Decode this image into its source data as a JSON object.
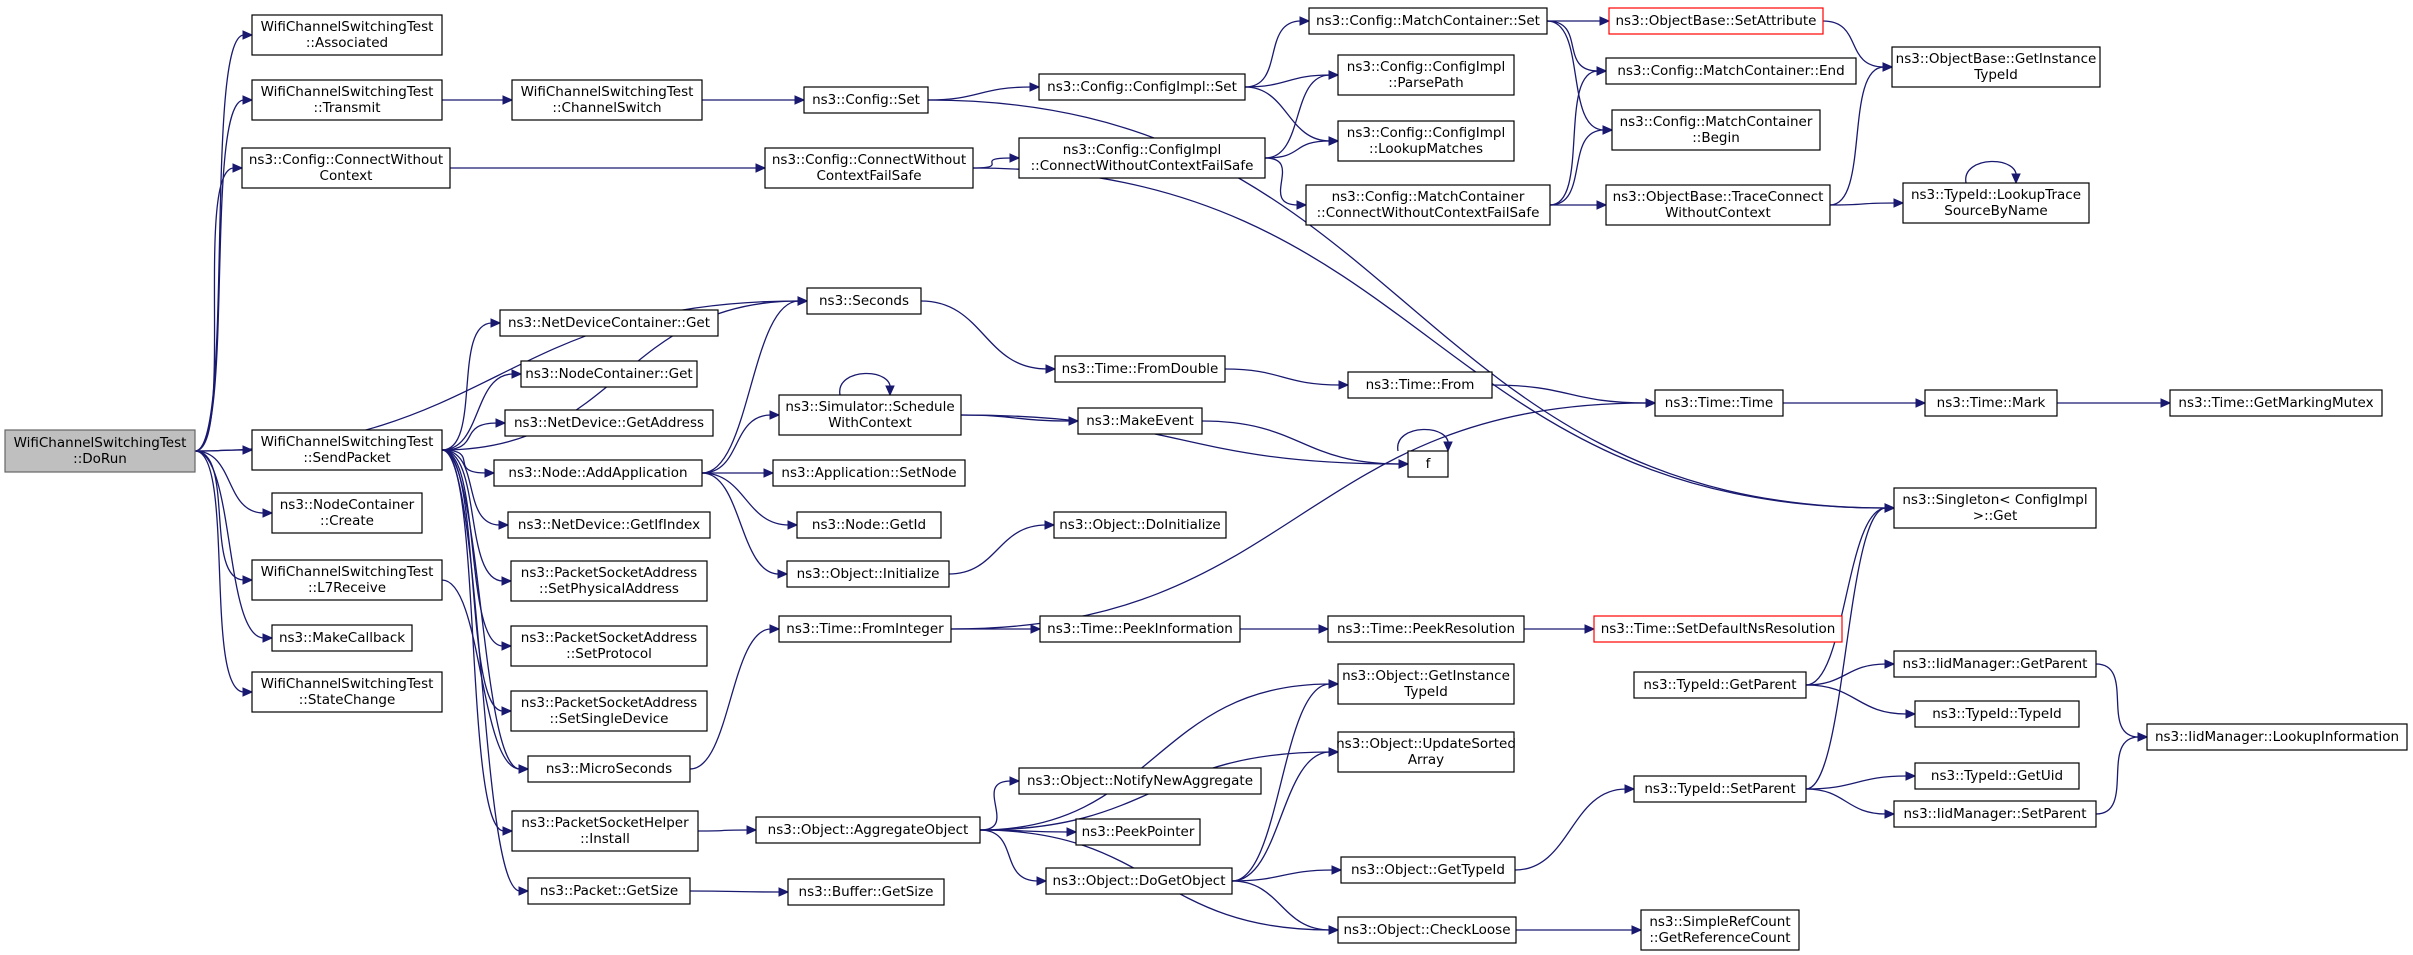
{
  "colors": {
    "edge": "#191970",
    "root_fill": "#bfbfbf",
    "highlight_border": "#ff0000"
  },
  "nodes": [
    {
      "id": "DoRun",
      "lines": [
        "WifiChannelSwitchingTest",
        "::DoRun"
      ],
      "style": "root"
    },
    {
      "id": "Associated",
      "lines": [
        "WifiChannelSwitchingTest",
        "::Associated"
      ]
    },
    {
      "id": "Transmit",
      "lines": [
        "WifiChannelSwitchingTest",
        "::Transmit"
      ]
    },
    {
      "id": "ConnWC",
      "lines": [
        "ns3::Config::ConnectWithout",
        "Context"
      ]
    },
    {
      "id": "SendPacket",
      "lines": [
        "WifiChannelSwitchingTest",
        "::SendPacket"
      ]
    },
    {
      "id": "NCCreate",
      "lines": [
        "ns3::NodeContainer",
        "::Create"
      ]
    },
    {
      "id": "L7Receive",
      "lines": [
        "WifiChannelSwitchingTest",
        "::L7Receive"
      ]
    },
    {
      "id": "MakeCallback",
      "lines": [
        "ns3::MakeCallback"
      ]
    },
    {
      "id": "StateChange",
      "lines": [
        "WifiChannelSwitchingTest",
        "::StateChange"
      ]
    },
    {
      "id": "ChannelSwitch",
      "lines": [
        "WifiChannelSwitchingTest",
        "::ChannelSwitch"
      ]
    },
    {
      "id": "ConfigSet",
      "lines": [
        "ns3::Config::Set"
      ]
    },
    {
      "id": "ConnWCFS",
      "lines": [
        "ns3::Config::ConnectWithout",
        "ContextFailSafe"
      ]
    },
    {
      "id": "Seconds",
      "lines": [
        "ns3::Seconds"
      ]
    },
    {
      "id": "NDCGet",
      "lines": [
        "ns3::NetDeviceContainer::Get"
      ]
    },
    {
      "id": "NCGet",
      "lines": [
        "ns3::NodeContainer::Get"
      ]
    },
    {
      "id": "NDGetAddress",
      "lines": [
        "ns3::NetDevice::GetAddress"
      ]
    },
    {
      "id": "AddApplication",
      "lines": [
        "ns3::Node::AddApplication"
      ]
    },
    {
      "id": "GetIfIndex",
      "lines": [
        "ns3::NetDevice::GetIfIndex"
      ]
    },
    {
      "id": "SetPhysAddr",
      "lines": [
        "ns3::PacketSocketAddress",
        "::SetPhysicalAddress"
      ]
    },
    {
      "id": "SetProtocol",
      "lines": [
        "ns3::PacketSocketAddress",
        "::SetProtocol"
      ]
    },
    {
      "id": "SetSingleDevice",
      "lines": [
        "ns3::PacketSocketAddress",
        "::SetSingleDevice"
      ]
    },
    {
      "id": "MicroSeconds",
      "lines": [
        "ns3::MicroSeconds"
      ]
    },
    {
      "id": "PSHInstall",
      "lines": [
        "ns3::PacketSocketHelper",
        "::Install"
      ]
    },
    {
      "id": "PacketGetSize",
      "lines": [
        "ns3::Packet::GetSize"
      ]
    },
    {
      "id": "ImplSet",
      "lines": [
        "ns3::Config::ConfigImpl::Set"
      ]
    },
    {
      "id": "ImplConnFS",
      "lines": [
        "ns3::Config::ConfigImpl",
        "::ConnectWithoutContextFailSafe"
      ]
    },
    {
      "id": "ScheduleWC",
      "lines": [
        "ns3::Simulator::Schedule",
        "WithContext"
      ]
    },
    {
      "id": "AppSetNode",
      "lines": [
        "ns3::Application::SetNode"
      ]
    },
    {
      "id": "NodeGetId",
      "lines": [
        "ns3::Node::GetId"
      ]
    },
    {
      "id": "ObjInitialize",
      "lines": [
        "ns3::Object::Initialize"
      ]
    },
    {
      "id": "TimeFromInteger",
      "lines": [
        "ns3::Time::FromInteger"
      ]
    },
    {
      "id": "AggregateObject",
      "lines": [
        "ns3::Object::AggregateObject"
      ]
    },
    {
      "id": "BufferGetSize",
      "lines": [
        "ns3::Buffer::GetSize"
      ]
    },
    {
      "id": "MCSet",
      "lines": [
        "ns3::Config::MatchContainer::Set"
      ]
    },
    {
      "id": "ParsePath",
      "lines": [
        "ns3::Config::ConfigImpl",
        "::ParsePath"
      ]
    },
    {
      "id": "LookupMatches",
      "lines": [
        "ns3::Config::ConfigImpl",
        "::LookupMatches"
      ]
    },
    {
      "id": "MCConnFS",
      "lines": [
        "ns3::Config::MatchContainer",
        "::ConnectWithoutContextFailSafe"
      ]
    },
    {
      "id": "FromDouble",
      "lines": [
        "ns3::Time::FromDouble"
      ]
    },
    {
      "id": "MakeEvent",
      "lines": [
        "ns3::MakeEvent"
      ]
    },
    {
      "id": "DoInitialize",
      "lines": [
        "ns3::Object::DoInitialize"
      ]
    },
    {
      "id": "PeekInformation",
      "lines": [
        "ns3::Time::PeekInformation"
      ]
    },
    {
      "id": "NotifyNewAggregate",
      "lines": [
        "ns3::Object::NotifyNewAggregate"
      ]
    },
    {
      "id": "PeekPointer",
      "lines": [
        "ns3::PeekPointer"
      ]
    },
    {
      "id": "DoGetObject",
      "lines": [
        "ns3::Object::DoGetObject"
      ]
    },
    {
      "id": "OBSetAttribute",
      "lines": [
        "ns3::ObjectBase::SetAttribute"
      ],
      "style": "red"
    },
    {
      "id": "MCEnd",
      "lines": [
        "ns3::Config::MatchContainer::End"
      ]
    },
    {
      "id": "MCBegin",
      "lines": [
        "ns3::Config::MatchContainer",
        "::Begin"
      ]
    },
    {
      "id": "TraceConnWC",
      "lines": [
        "ns3::ObjectBase::TraceConnect",
        "WithoutContext"
      ]
    },
    {
      "id": "TimeFrom",
      "lines": [
        "ns3::Time::From"
      ]
    },
    {
      "id": "f",
      "lines": [
        "f"
      ]
    },
    {
      "id": "PeekResolution",
      "lines": [
        "ns3::Time::PeekResolution"
      ]
    },
    {
      "id": "ObjGetInstanceTypeId",
      "lines": [
        "ns3::Object::GetInstance",
        "TypeId"
      ]
    },
    {
      "id": "UpdateSortedArray",
      "lines": [
        "ns3::Object::UpdateSorted",
        "Array"
      ]
    },
    {
      "id": "ObjGetTypeId",
      "lines": [
        "ns3::Object::GetTypeId"
      ]
    },
    {
      "id": "CheckLoose",
      "lines": [
        "ns3::Object::CheckLoose"
      ]
    },
    {
      "id": "TimeTime",
      "lines": [
        "ns3::Time::Time"
      ]
    },
    {
      "id": "SetDefaultNsRes",
      "lines": [
        "ns3::Time::SetDefaultNsResolution"
      ],
      "style": "red"
    },
    {
      "id": "TypeIdGetParent",
      "lines": [
        "ns3::TypeId::GetParent"
      ]
    },
    {
      "id": "TypeIdSetParent",
      "lines": [
        "ns3::TypeId::SetParent"
      ]
    },
    {
      "id": "GetReferenceCount",
      "lines": [
        "ns3::SimpleRefCount",
        "::GetReferenceCount"
      ]
    },
    {
      "id": "OBGetInstanceTypeId",
      "lines": [
        "ns3::ObjectBase::GetInstance",
        "TypeId"
      ]
    },
    {
      "id": "LookupTraceSource",
      "lines": [
        "ns3::TypeId::LookupTrace",
        "SourceByName"
      ]
    },
    {
      "id": "TimeMark",
      "lines": [
        "ns3::Time::Mark"
      ]
    },
    {
      "id": "SingletonGet",
      "lines": [
        "ns3::Singleton< ConfigImpl",
        " >::Get"
      ]
    },
    {
      "id": "IidGetParent",
      "lines": [
        "ns3::IidManager::GetParent"
      ]
    },
    {
      "id": "TypeIdTypeId",
      "lines": [
        "ns3::TypeId::TypeId"
      ]
    },
    {
      "id": "TypeIdGetUid",
      "lines": [
        "ns3::TypeId::GetUid"
      ]
    },
    {
      "id": "IidSetParent",
      "lines": [
        "ns3::IidManager::SetParent"
      ]
    },
    {
      "id": "GetMarkingMutex",
      "lines": [
        "ns3::Time::GetMarkingMutex"
      ]
    },
    {
      "id": "LookupInformation",
      "lines": [
        "ns3::IidManager::LookupInformation"
      ]
    }
  ],
  "edges": [
    [
      "DoRun",
      "Associated"
    ],
    [
      "DoRun",
      "Transmit"
    ],
    [
      "DoRun",
      "ConnWC"
    ],
    [
      "DoRun",
      "Seconds"
    ],
    [
      "DoRun",
      "SendPacket"
    ],
    [
      "DoRun",
      "NCCreate"
    ],
    [
      "DoRun",
      "L7Receive"
    ],
    [
      "DoRun",
      "MakeCallback"
    ],
    [
      "DoRun",
      "StateChange"
    ],
    [
      "Transmit",
      "ChannelSwitch"
    ],
    [
      "ChannelSwitch",
      "ConfigSet"
    ],
    [
      "ConnWC",
      "ConnWCFS"
    ],
    [
      "SendPacket",
      "Seconds"
    ],
    [
      "SendPacket",
      "NDCGet"
    ],
    [
      "SendPacket",
      "NCGet"
    ],
    [
      "SendPacket",
      "NDGetAddress"
    ],
    [
      "SendPacket",
      "AddApplication"
    ],
    [
      "SendPacket",
      "GetIfIndex"
    ],
    [
      "SendPacket",
      "SetPhysAddr"
    ],
    [
      "SendPacket",
      "SetProtocol"
    ],
    [
      "SendPacket",
      "SetSingleDevice"
    ],
    [
      "SendPacket",
      "MicroSeconds"
    ],
    [
      "SendPacket",
      "PSHInstall"
    ],
    [
      "SendPacket",
      "PacketGetSize"
    ],
    [
      "L7Receive",
      "MicroSeconds"
    ],
    [
      "ConfigSet",
      "ImplSet"
    ],
    [
      "ConfigSet",
      "SingletonGet"
    ],
    [
      "ConnWCFS",
      "ImplConnFS"
    ],
    [
      "ConnWCFS",
      "SingletonGet"
    ],
    [
      "Seconds",
      "FromDouble"
    ],
    [
      "AddApplication",
      "Seconds"
    ],
    [
      "AddApplication",
      "ScheduleWC"
    ],
    [
      "AddApplication",
      "AppSetNode"
    ],
    [
      "AddApplication",
      "NodeGetId"
    ],
    [
      "AddApplication",
      "ObjInitialize"
    ],
    [
      "MicroSeconds",
      "TimeFromInteger"
    ],
    [
      "PSHInstall",
      "AggregateObject"
    ],
    [
      "PacketGetSize",
      "BufferGetSize"
    ],
    [
      "ImplSet",
      "MCSet"
    ],
    [
      "ImplSet",
      "ParsePath"
    ],
    [
      "ImplSet",
      "LookupMatches"
    ],
    [
      "ImplConnFS",
      "ParsePath"
    ],
    [
      "ImplConnFS",
      "LookupMatches"
    ],
    [
      "ImplConnFS",
      "MCConnFS"
    ],
    [
      "ScheduleWC",
      "ScheduleWC"
    ],
    [
      "ScheduleWC",
      "MakeEvent"
    ],
    [
      "ScheduleWC",
      "f"
    ],
    [
      "ObjInitialize",
      "DoInitialize"
    ],
    [
      "TimeFromInteger",
      "TimeTime"
    ],
    [
      "TimeFromInteger",
      "PeekInformation"
    ],
    [
      "AggregateObject",
      "ObjGetInstanceTypeId"
    ],
    [
      "AggregateObject",
      "UpdateSortedArray"
    ],
    [
      "AggregateObject",
      "NotifyNewAggregate"
    ],
    [
      "AggregateObject",
      "PeekPointer"
    ],
    [
      "AggregateObject",
      "DoGetObject"
    ],
    [
      "AggregateObject",
      "CheckLoose"
    ],
    [
      "MCSet",
      "OBSetAttribute"
    ],
    [
      "MCSet",
      "MCEnd"
    ],
    [
      "MCSet",
      "MCBegin"
    ],
    [
      "MCConnFS",
      "MCEnd"
    ],
    [
      "MCConnFS",
      "MCBegin"
    ],
    [
      "MCConnFS",
      "TraceConnWC"
    ],
    [
      "FromDouble",
      "TimeFrom"
    ],
    [
      "MakeEvent",
      "f"
    ],
    [
      "PeekInformation",
      "PeekResolution"
    ],
    [
      "DoGetObject",
      "ObjGetInstanceTypeId"
    ],
    [
      "DoGetObject",
      "UpdateSortedArray"
    ],
    [
      "DoGetObject",
      "ObjGetTypeId"
    ],
    [
      "DoGetObject",
      "CheckLoose"
    ],
    [
      "OBSetAttribute",
      "OBGetInstanceTypeId"
    ],
    [
      "TraceConnWC",
      "OBGetInstanceTypeId"
    ],
    [
      "TraceConnWC",
      "LookupTraceSource"
    ],
    [
      "TimeFrom",
      "TimeTime"
    ],
    [
      "f",
      "f"
    ],
    [
      "PeekResolution",
      "SetDefaultNsRes"
    ],
    [
      "ObjGetTypeId",
      "TypeIdSetParent"
    ],
    [
      "CheckLoose",
      "GetReferenceCount"
    ],
    [
      "TimeTime",
      "TimeMark"
    ],
    [
      "TypeIdGetParent",
      "SingletonGet"
    ],
    [
      "TypeIdGetParent",
      "IidGetParent"
    ],
    [
      "TypeIdGetParent",
      "TypeIdTypeId"
    ],
    [
      "TypeIdSetParent",
      "SingletonGet"
    ],
    [
      "TypeIdSetParent",
      "TypeIdGetUid"
    ],
    [
      "TypeIdSetParent",
      "IidSetParent"
    ],
    [
      "LookupTraceSource",
      "LookupTraceSource"
    ],
    [
      "TimeMark",
      "GetMarkingMutex"
    ],
    [
      "IidGetParent",
      "LookupInformation"
    ],
    [
      "IidSetParent",
      "LookupInformation"
    ]
  ]
}
